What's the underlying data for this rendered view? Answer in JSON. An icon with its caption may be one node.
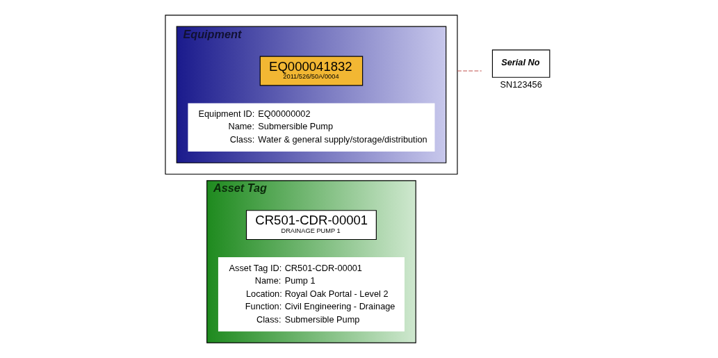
{
  "diagram": {
    "nodes": [
      {
        "text": [
          "Asset Tag"
        ]
      },
      {
        "text": [
          "CR501-CDR-00001",
          "DRAINAGE PUMP 1"
        ],
        "in": 0
      },
      {
        "text": [],
        "shape": "box"
      },
      {
        "text": [
          "Equipment"
        ],
        "in": 2
      },
      {
        "text": [
          "EQ000041832",
          "2011/526/50A/0004"
        ],
        "in": 3
      },
      {
        "text": [
          "Equipment ID:",
          "EQ00000002",
          "Name:",
          "Submersible Pump",
          "Class:",
          "Water & general supply/storage/distribution"
        ],
        "in": 3
      },
      {
        "text": [
          "Asset Tag ID:",
          "CR501-CDR-00001",
          "Name:",
          "Pump 1",
          "Location:",
          "Royal Oak Portal - Level 2",
          "Function:",
          "Civil Engineering - Drainage",
          "Class:",
          "Submersible Pump"
        ],
        "in": 0
      },
      {
        "text": [
          "Serial No"
        ],
        "beside": [
          "SN123456"
        ]
      }
    ],
    "edges": [
      {
        "from": 2,
        "to": 7,
        "arrow": "none",
        "style": "dashed",
        "color": "#c0504d"
      }
    ]
  }
}
